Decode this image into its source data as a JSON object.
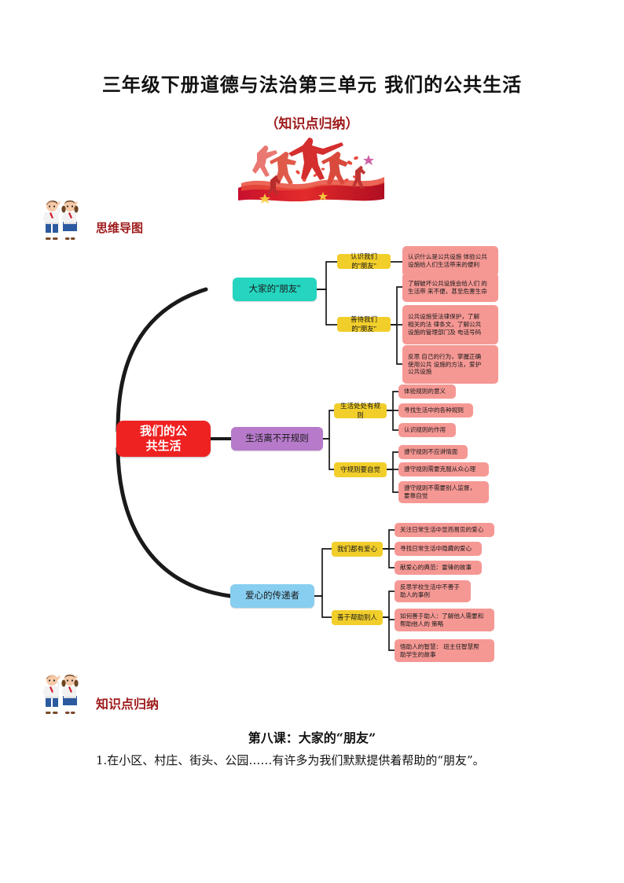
{
  "document": {
    "title": "三年级下册道德与法治第三单元 我们的公共生活",
    "subtitle": "（知识点归纳）",
    "hero_alt": "red-patriotic-runners-flag-illustration"
  },
  "sections": [
    {
      "label": "思维导图"
    },
    {
      "label": "知识点归纳"
    }
  ],
  "colors": {
    "center": "#EF2222",
    "branch_1": "#25D5C0",
    "branch_2": "#B77ACB",
    "branch_3": "#87CEF0",
    "sub": "#F2CE2B",
    "leaf": "#F59894",
    "accent_red": "#9E1A1A",
    "link": "#1A1A1A"
  },
  "mindmap": {
    "center": "我们的公\n共生活",
    "branches": [
      {
        "label": "大家的\"朋友\"",
        "subs": [
          {
            "label": "认识我们的\"朋友\"",
            "leaves": [
              "认识什么是公共设施 体验公共\n设施给人们生活带来的便利"
            ]
          },
          {
            "label": "善待我们的\"朋友\"",
            "leaves": [
              "了解破坏公共设施会给人们 的\n生活带 来不便，甚至危害生命",
              "公共设施受法律保护，了解\n相关的法 律条文，了解公共\n设施的管理部门及 电话号码",
              "反思 自己的行为，掌握正确\n使用公共 设施的方法，爱护\n公共设施"
            ]
          }
        ]
      },
      {
        "label": "生活离不开规则",
        "subs": [
          {
            "label": "生活处处有规则",
            "leaves": [
              "体验规则的意义",
              "寻找生活中的各种规则",
              "认识规则的作用"
            ]
          },
          {
            "label": "守规则要自觉",
            "leaves": [
              "遵守规则不应讲情面",
              "遵守规则需要克服从众心理",
              "遵守规则不需要别人监督，\n要靠自觉"
            ]
          }
        ]
      },
      {
        "label": "爱心的传递者",
        "subs": [
          {
            "label": "我们都有爱心",
            "leaves": [
              "关注日常生活中显而易见的爱心",
              "寻找日常生活中隐藏的爱心",
              "献爱心的典范：雷锋的故事"
            ]
          },
          {
            "label": "善于帮助别人",
            "leaves": [
              "反思学校生活中不善于\n助人的事例",
              "如何善于助人：了解他人需要和\n帮助他人的 策略",
              "悟助人的智慧： 班主任智慧帮\n助学生的故事"
            ]
          }
        ]
      }
    ]
  },
  "notes": {
    "lesson_title": "第八课：大家的“朋友”",
    "paragraph": "1.在小区、村庄、街头、公园……有许多为我们默默提供着帮助的“朋友”。"
  }
}
